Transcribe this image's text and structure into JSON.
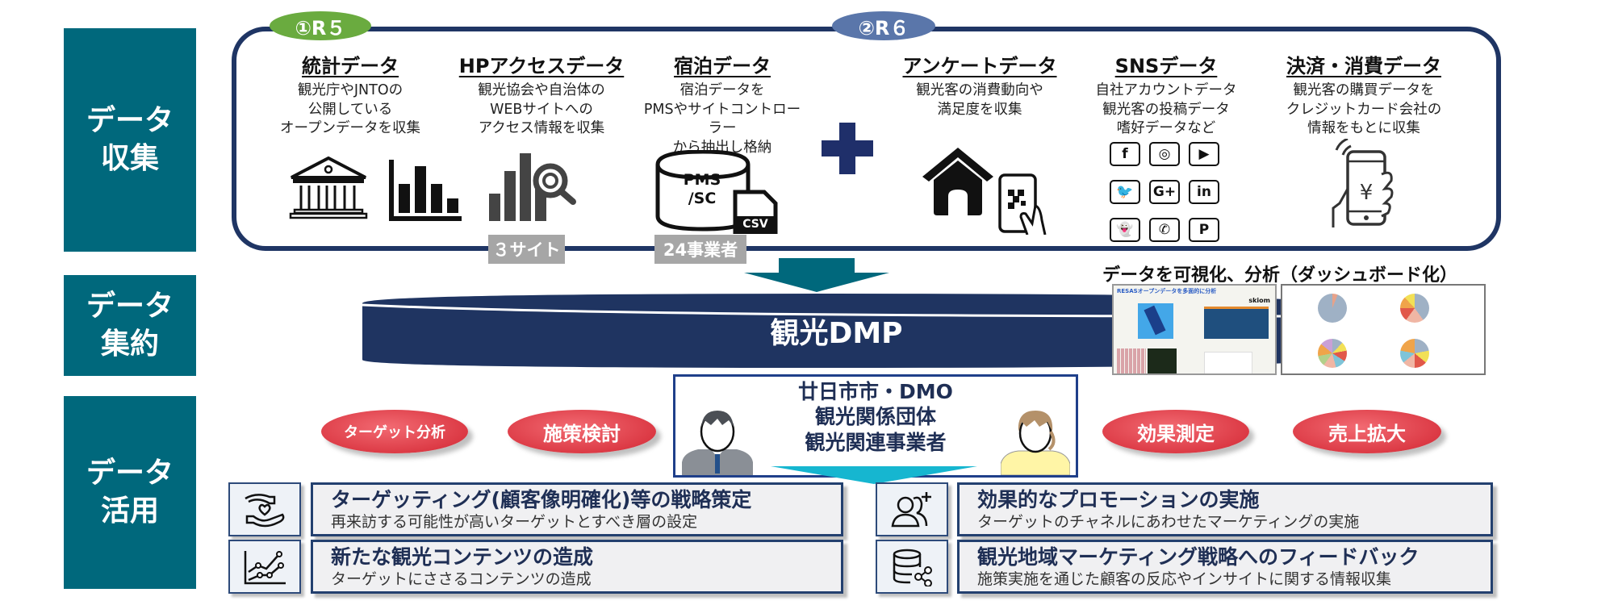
{
  "phases": [
    {
      "label": "データ\n収集"
    },
    {
      "label": "データ\n集約"
    },
    {
      "label": "データ\n活用"
    }
  ],
  "collection": {
    "badges": {
      "r5": "①R５",
      "r6": "②R６"
    },
    "sources": [
      {
        "title": "統計データ",
        "desc": "観光庁やJNTOの\n公開している\nオープンデータを収集"
      },
      {
        "title": "HPアクセスデータ",
        "desc": "観光協会や自治体の\nWEBサイトへの\nアクセス情報を収集"
      },
      {
        "title": "宿泊データ",
        "desc": "宿泊データを\nPMSやサイトコントローラー\nから抽出し格納"
      },
      {
        "title": "アンケートデータ",
        "desc": "観光客の消費動向や\n満足度を収集"
      },
      {
        "title": "SNSデータ",
        "desc": "自社アカウントデータ\n観光客の投稿データ\n嗜好データなど"
      },
      {
        "title": "決済・消費データ",
        "desc": "観光客の購買データを\nクレジットカード会社の\n情報をもとに収集"
      }
    ],
    "counts": [
      {
        "label": "３サイト"
      },
      {
        "label": "24事業者"
      }
    ],
    "db_icon_label": "PMS\n/SC",
    "csv_label": "CSV",
    "yen_symbol": "¥",
    "sns_icons": [
      {
        "name": "facebook-icon",
        "glyph": "f"
      },
      {
        "name": "instagram-icon",
        "glyph": "◎"
      },
      {
        "name": "youtube-icon",
        "glyph": "▶"
      },
      {
        "name": "twitter-icon",
        "glyph": "🐦"
      },
      {
        "name": "google-plus-icon",
        "glyph": "G+"
      },
      {
        "name": "linkedin-icon",
        "glyph": "in"
      },
      {
        "name": "snapchat-icon",
        "glyph": "👻"
      },
      {
        "name": "whatsapp-icon",
        "glyph": "✆"
      },
      {
        "name": "pinterest-icon",
        "glyph": "P"
      }
    ]
  },
  "aggregation": {
    "dmp_label": "観光DMP",
    "dashboard_caption": "データを可視化、分析（ダッシュボード化）",
    "dashboard_1_title": "RESASオープンデータを多面的に分析",
    "dashboard_1_brand": "skiom"
  },
  "utilization": {
    "stakeholders": [
      "廿日市市・DMO",
      "観光関係団体",
      "観光関連事業者"
    ],
    "ovals": [
      "ターゲット分析",
      "施策検討",
      "効果測定",
      "売上拡大"
    ],
    "cards": [
      {
        "title": "ターゲッティング(顧客像明確化)等の戦略策定",
        "sub": "再来訪する可能性が高いターゲットとすべき層の設定"
      },
      {
        "title": "新たな観光コンテンツの造成",
        "sub": "ターゲットにささるコンテンツの造成"
      },
      {
        "title": "効果的なプロモーションの実施",
        "sub": "ターゲットのチャネルにあわせたマーケティングの実施"
      },
      {
        "title": "観光地域マーケティング戦略へのフィードバック",
        "sub": "施策実施を通じた顧客の反応やインサイトに関する情報収集"
      }
    ]
  },
  "colors": {
    "phase_teal": "#00687c",
    "navy": "#1f3564",
    "r5_green": "#6aab3f",
    "r6_blue": "#5a76aa",
    "oval_red": "#dc3a45",
    "arrow_cyan": "#16b6d0"
  }
}
